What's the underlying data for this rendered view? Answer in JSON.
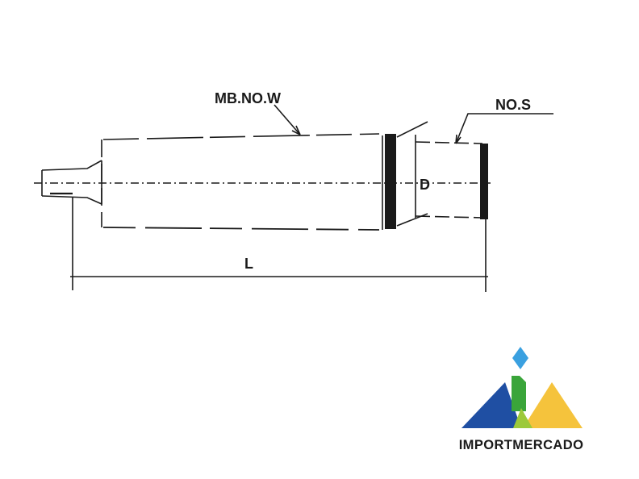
{
  "drawing": {
    "label_morse_taper": "MB.NO.W",
    "label_size": "NO.S",
    "label_diameter": "D",
    "label_length": "L"
  },
  "brand": {
    "name": "IMPORTMERCADO",
    "colors": {
      "blue": "#1f4fa3",
      "green": "#3aa53a",
      "yellow": "#f5c33c",
      "light_blue": "#3aa0e0"
    }
  }
}
